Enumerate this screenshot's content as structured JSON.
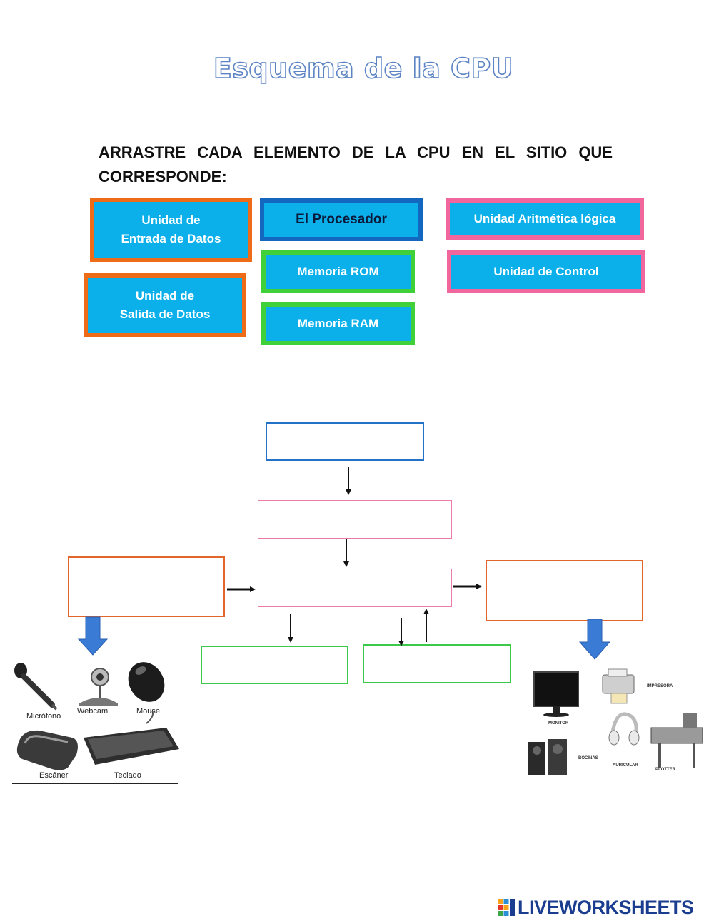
{
  "title": "Esquema de la CPU",
  "instruction": "ARRASTRE CADA ELEMENTO DE LA CPU EN EL SITIO QUE CORRESPONDE:",
  "cards": {
    "entrada": "Unidad de\nEntrada de Datos",
    "procesador": "El Procesador",
    "alu": "Unidad Aritmética lógica",
    "salida": "Unidad de\nSalida de Datos",
    "rom": "Memoria ROM",
    "control": "Unidad de Control",
    "ram": "Memoria RAM"
  },
  "input_devices": {
    "microfono": "Micrófono",
    "webcam": "Webcam",
    "mouse": "Mouse",
    "escaner": "Escáner",
    "teclado": "Teclado"
  },
  "output_devices": {
    "monitor": "MONITOR",
    "impresora": "IMPRESORA",
    "bocinas": "BOCINAS",
    "auricular": "AURICULAR",
    "plotter": "PLOTTER"
  },
  "brand": "LIVEWORKSHEETS",
  "colors": {
    "card_fill": "#0bb0ea",
    "input_border": "#ee6b18",
    "processor_border": "#1467bf",
    "memory_border": "#3fd03a",
    "unit_border": "#f0669d"
  }
}
